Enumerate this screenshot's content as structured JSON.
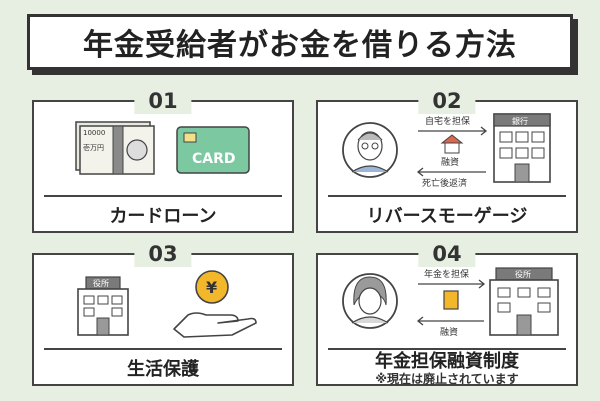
{
  "title": "年金受給者がお金を借りる方法",
  "panels": [
    {
      "number": "01",
      "caption": "カードローン",
      "banknote_text": [
        "10000",
        "壱万円"
      ],
      "card_text": "CARD"
    },
    {
      "number": "02",
      "caption": "リバースモーゲージ",
      "bank_sign": "銀行",
      "arrow_top": "自宅を担保",
      "money_label": "融資",
      "arrow_bottom": "死亡後返済"
    },
    {
      "number": "03",
      "caption": "生活保護",
      "office_sign": "役所",
      "coin_symbol": "¥"
    },
    {
      "number": "04",
      "caption": "年金担保融資制度",
      "note": "※現在は廃止されています",
      "office_sign": "役所",
      "arrow_top": "年金を担保",
      "money_label": "融資"
    }
  ],
  "colors": {
    "background": "#e6efe1",
    "border": "#444444",
    "card": "#7cc8a0",
    "coin": "#f3b72b",
    "building_roof": "#7a7a7a",
    "house_roof": "#d9684f"
  },
  "icons": [
    "banknote-icon",
    "credit-card-icon",
    "elderly-man-icon",
    "house-icon",
    "bank-building-icon",
    "government-office-icon",
    "yen-coin-icon",
    "hand-icon",
    "elderly-woman-icon",
    "pension-book-icon"
  ]
}
